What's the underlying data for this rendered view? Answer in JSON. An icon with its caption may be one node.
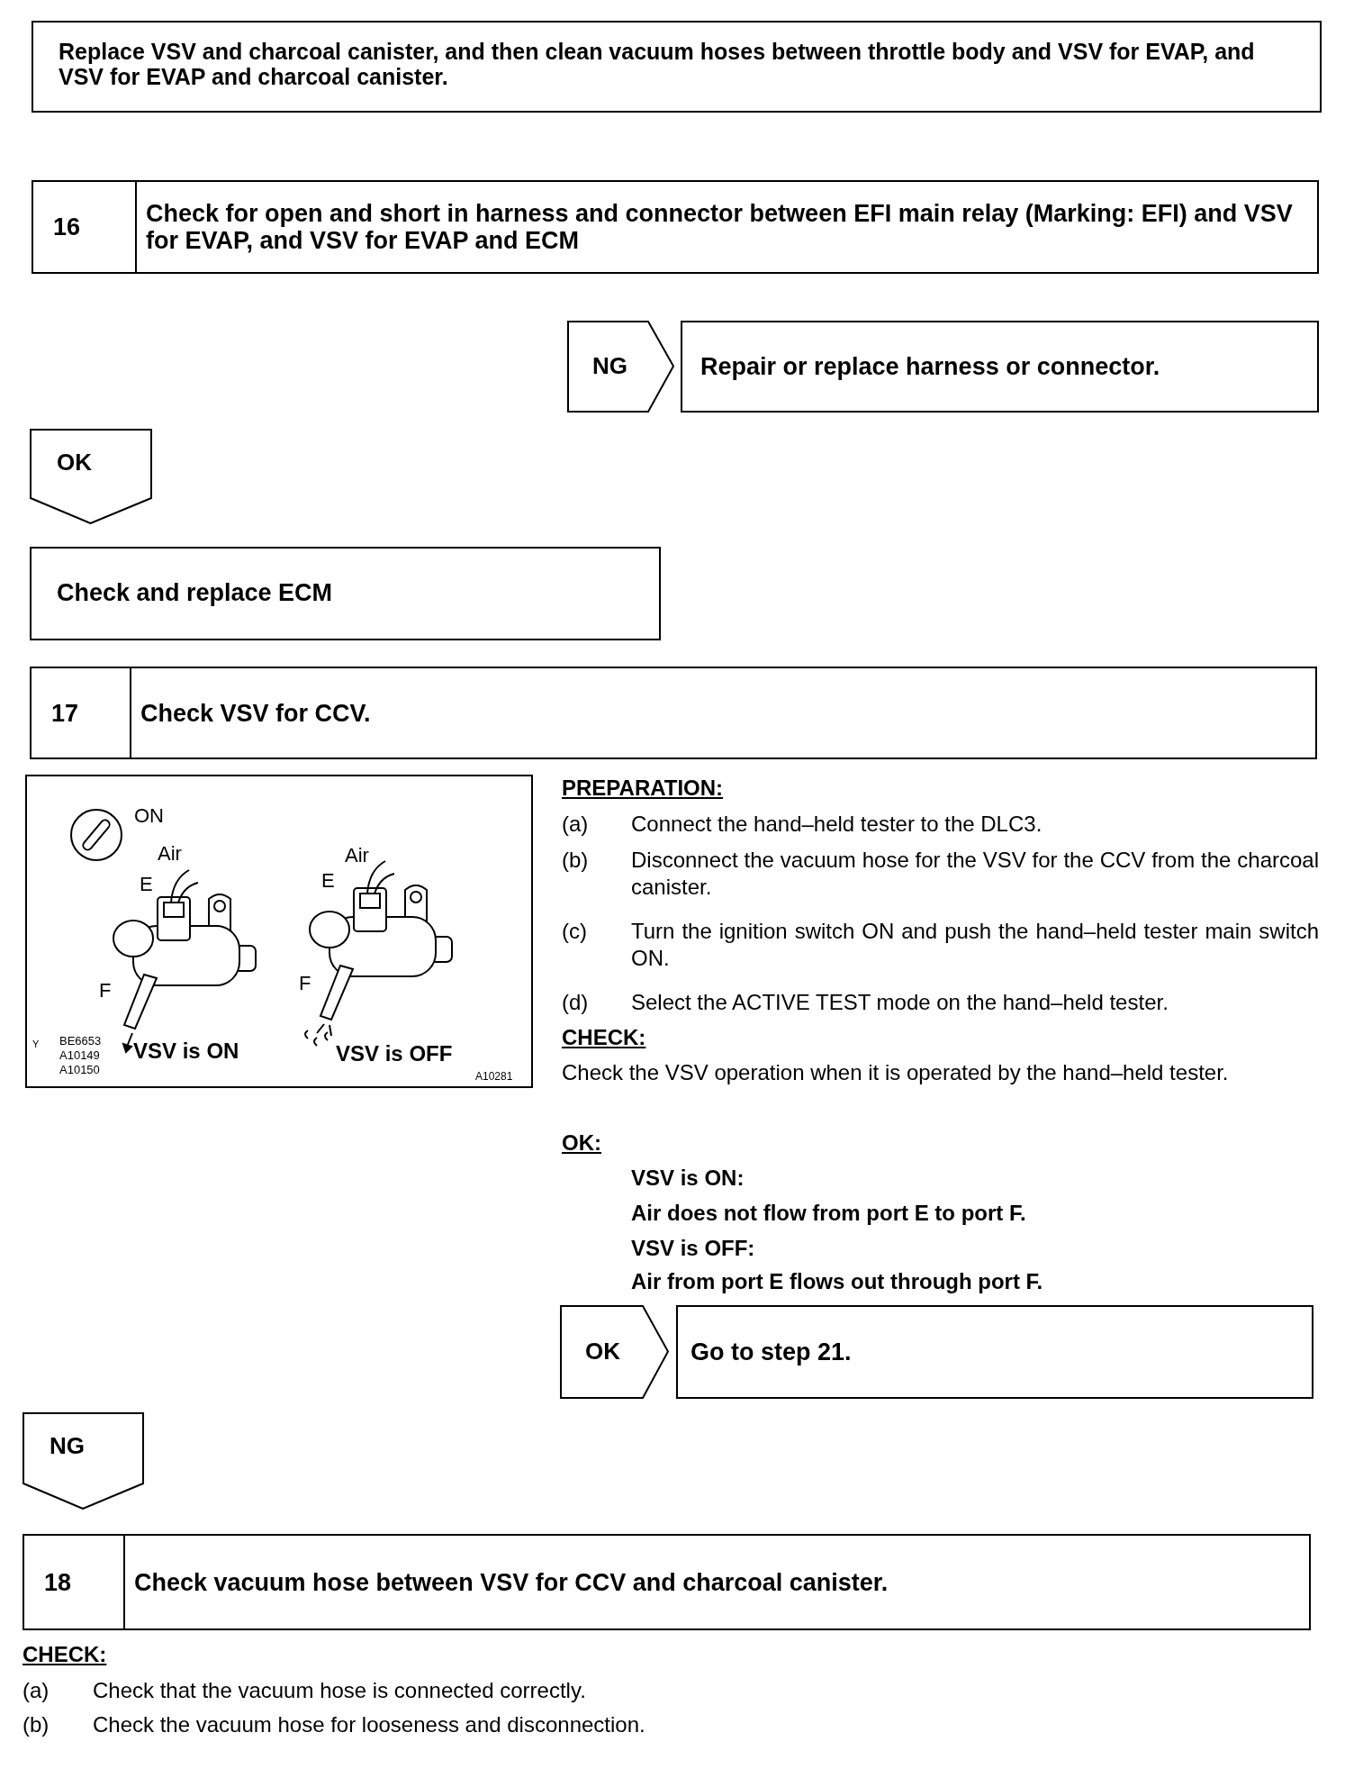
{
  "diagram": {
    "nodes": [
      {
        "text": [
          "Replace VSV and charcoal canister, and then clean vacuum hoses between throttle body and VSV for EVAP, and VSV for EVAP and charcoal canister."
        ]
      },
      {
        "text": [
          "16",
          "Check for open and short in harness and connector between EFI main relay (Marking: EFI) and VSV for EVAP, and VSV for EVAP and ECM"
        ]
      },
      {
        "text": [
          "NG"
        ]
      },
      {
        "text": [
          "Repair or replace harness or connector."
        ]
      },
      {
        "text": [
          "OK"
        ]
      },
      {
        "text": [
          "Check and replace ECM"
        ]
      },
      {
        "text": [
          "17",
          "Check VSV for CCV."
        ]
      },
      {
        "text": [
          "OK"
        ]
      },
      {
        "text": [
          "Go to step 21."
        ]
      },
      {
        "text": [
          "NG"
        ]
      },
      {
        "text": [
          "18",
          "Check vacuum hose between VSV for CCV and charcoal canister."
        ]
      }
    ],
    "labels": [
      "ON",
      "Air",
      "E",
      "F",
      "Air",
      "E",
      "F",
      "Y",
      "BE6653 A10149 A10150",
      "VSV is ON",
      "VSV is OFF",
      "A10281",
      "PREPARATION:",
      "(a)",
      "Connect the hand–held tester to the DLC3.",
      "(b)",
      "Disconnect the vacuum hose for the VSV for the CCV from the charcoal canister.",
      "(c)",
      "Turn the ignition switch ON and push the hand–held tester main switch ON.",
      "(d)",
      "Select the ACTIVE TEST mode on the hand–held tester.",
      "CHECK:",
      "Check the VSV operation when it is operated by the hand–held tester.",
      "OK:",
      "VSV is ON:",
      "Air does not flow from port E to port F.",
      "VSV is OFF:",
      "Air from port E flows out through port F.",
      "CHECK:",
      "(a)",
      "Check that the vacuum hose is connected correctly.",
      "(b)",
      "Check the vacuum hose for looseness and disconnection."
    ]
  }
}
